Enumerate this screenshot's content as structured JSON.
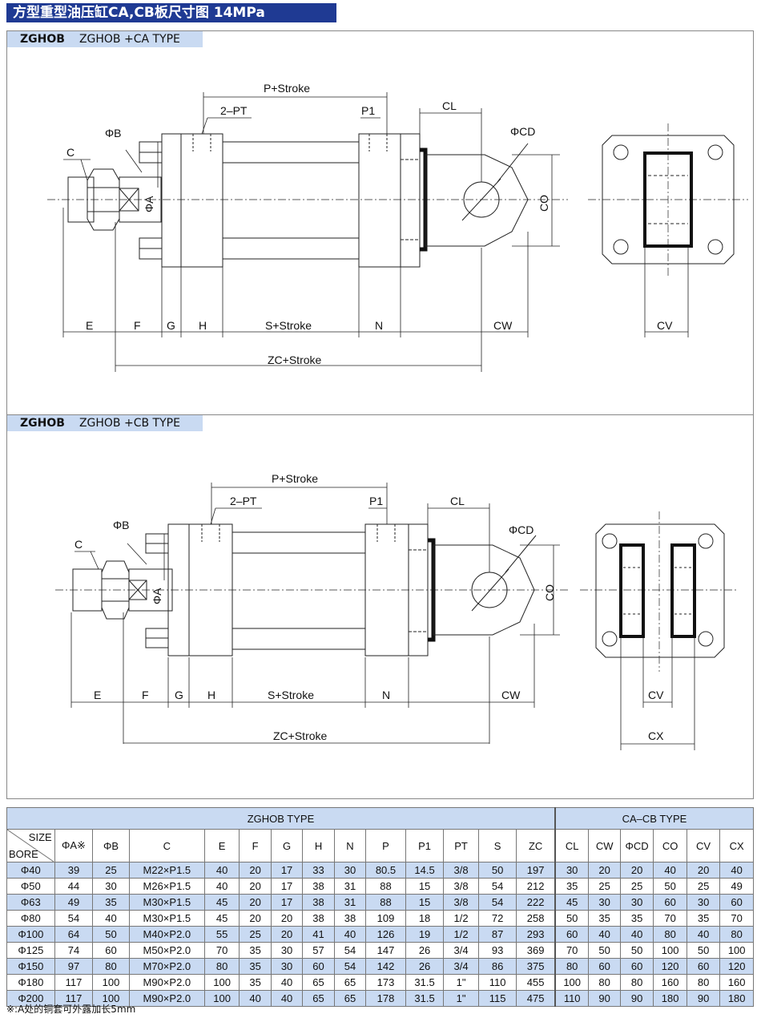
{
  "page": {
    "title": "方型重型油压缸CA,CB板尺寸图 14MPa",
    "footnote": "※:A处的铜套可外露加长5mm"
  },
  "panel_ca": {
    "code": "ZGHOB",
    "type": "ZGHOB +CA TYPE",
    "labels": {
      "p_stroke": "P+Stroke",
      "pt": "2–PT",
      "p1": "P1",
      "cl": "CL",
      "cd": "ΦCD",
      "c": "C",
      "b": "ΦB",
      "a": "ΦA",
      "co": "CO",
      "e": "E",
      "f": "F",
      "g": "G",
      "h": "H",
      "s_stroke": "S+Stroke",
      "n": "N",
      "cw": "CW",
      "cv": "CV",
      "zc_stroke": "ZC+Stroke"
    }
  },
  "panel_cb": {
    "code": "ZGHOB",
    "type": "ZGHOB +CB TYPE",
    "labels": {
      "p_stroke": "P+Stroke",
      "pt": "2–PT",
      "p1": "P1",
      "cl": "CL",
      "cd": "ΦCD",
      "c": "C",
      "b": "ΦB",
      "a": "ΦA",
      "co": "CO",
      "e": "E",
      "f": "F",
      "g": "G",
      "h": "H",
      "s_stroke": "S+Stroke",
      "n": "N",
      "cw": "CW",
      "cv": "CV",
      "cx": "CX",
      "zc_stroke": "ZC+Stroke"
    }
  },
  "table": {
    "group_zghob": "ZGHOB TYPE",
    "group_cacb": "CA–CB TYPE",
    "corner_size": "SIZE",
    "corner_bore": "BORE",
    "columns": [
      "ΦA※",
      "ΦB",
      "C",
      "E",
      "F",
      "G",
      "H",
      "N",
      "P",
      "P1",
      "PT",
      "S",
      "ZC",
      "CL",
      "CW",
      "ΦCD",
      "CO",
      "CV",
      "CX"
    ],
    "rows": [
      [
        "Φ40",
        "39",
        "25",
        "M22×P1.5",
        "40",
        "20",
        "17",
        "33",
        "30",
        "80.5",
        "14.5",
        "3/8",
        "50",
        "197",
        "30",
        "20",
        "20",
        "40",
        "20",
        "40"
      ],
      [
        "Φ50",
        "44",
        "30",
        "M26×P1.5",
        "40",
        "20",
        "17",
        "38",
        "31",
        "88",
        "15",
        "3/8",
        "54",
        "212",
        "35",
        "25",
        "25",
        "50",
        "25",
        "49"
      ],
      [
        "Φ63",
        "49",
        "35",
        "M30×P1.5",
        "45",
        "20",
        "17",
        "38",
        "31",
        "88",
        "15",
        "3/8",
        "54",
        "222",
        "45",
        "30",
        "30",
        "60",
        "30",
        "60"
      ],
      [
        "Φ80",
        "54",
        "40",
        "M30×P1.5",
        "45",
        "20",
        "20",
        "38",
        "38",
        "109",
        "18",
        "1/2",
        "72",
        "258",
        "50",
        "35",
        "35",
        "70",
        "35",
        "70"
      ],
      [
        "Φ100",
        "64",
        "50",
        "M40×P2.0",
        "55",
        "25",
        "20",
        "41",
        "40",
        "126",
        "19",
        "1/2",
        "87",
        "293",
        "60",
        "40",
        "40",
        "80",
        "40",
        "80"
      ],
      [
        "Φ125",
        "74",
        "60",
        "M50×P2.0",
        "70",
        "35",
        "30",
        "57",
        "54",
        "147",
        "26",
        "3/4",
        "93",
        "369",
        "70",
        "50",
        "50",
        "100",
        "50",
        "100"
      ],
      [
        "Φ150",
        "97",
        "80",
        "M70×P2.0",
        "80",
        "35",
        "30",
        "60",
        "54",
        "142",
        "26",
        "3/4",
        "86",
        "375",
        "80",
        "60",
        "60",
        "120",
        "60",
        "120"
      ],
      [
        "Φ180",
        "117",
        "100",
        "M90×P2.0",
        "100",
        "35",
        "40",
        "65",
        "65",
        "173",
        "31.5",
        "1\"",
        "110",
        "455",
        "100",
        "80",
        "80",
        "160",
        "80",
        "160"
      ],
      [
        "Φ200",
        "117",
        "100",
        "M90×P2.0",
        "100",
        "40",
        "40",
        "65",
        "65",
        "178",
        "31.5",
        "1\"",
        "115",
        "475",
        "110",
        "90",
        "90",
        "180",
        "90",
        "180"
      ]
    ]
  }
}
